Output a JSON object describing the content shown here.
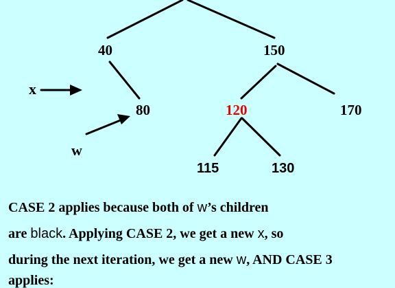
{
  "nodes": {
    "n40": "40",
    "n150": "150",
    "n80": "80",
    "n120": "120",
    "n170": "170",
    "n115": "115",
    "n130": "130"
  },
  "pointers": {
    "x": "x",
    "w": "w"
  },
  "colors": {
    "background": "#ccffff",
    "highlight": "#ee0000",
    "ink": "#000000"
  },
  "text": {
    "l1a": "CASE 2 applies because both of ",
    "l1b": "w",
    "l1c": "’s children",
    "l2a": "are ",
    "l2b": "black",
    "l2c": ".  Applying CASE 2, we get a new ",
    "l2d": "x",
    "l2e": ", so",
    "l3a": "during the next iteration, we get a new ",
    "l3b": "w",
    "l3c": ", AND CASE 3",
    "l4": "applies:"
  }
}
